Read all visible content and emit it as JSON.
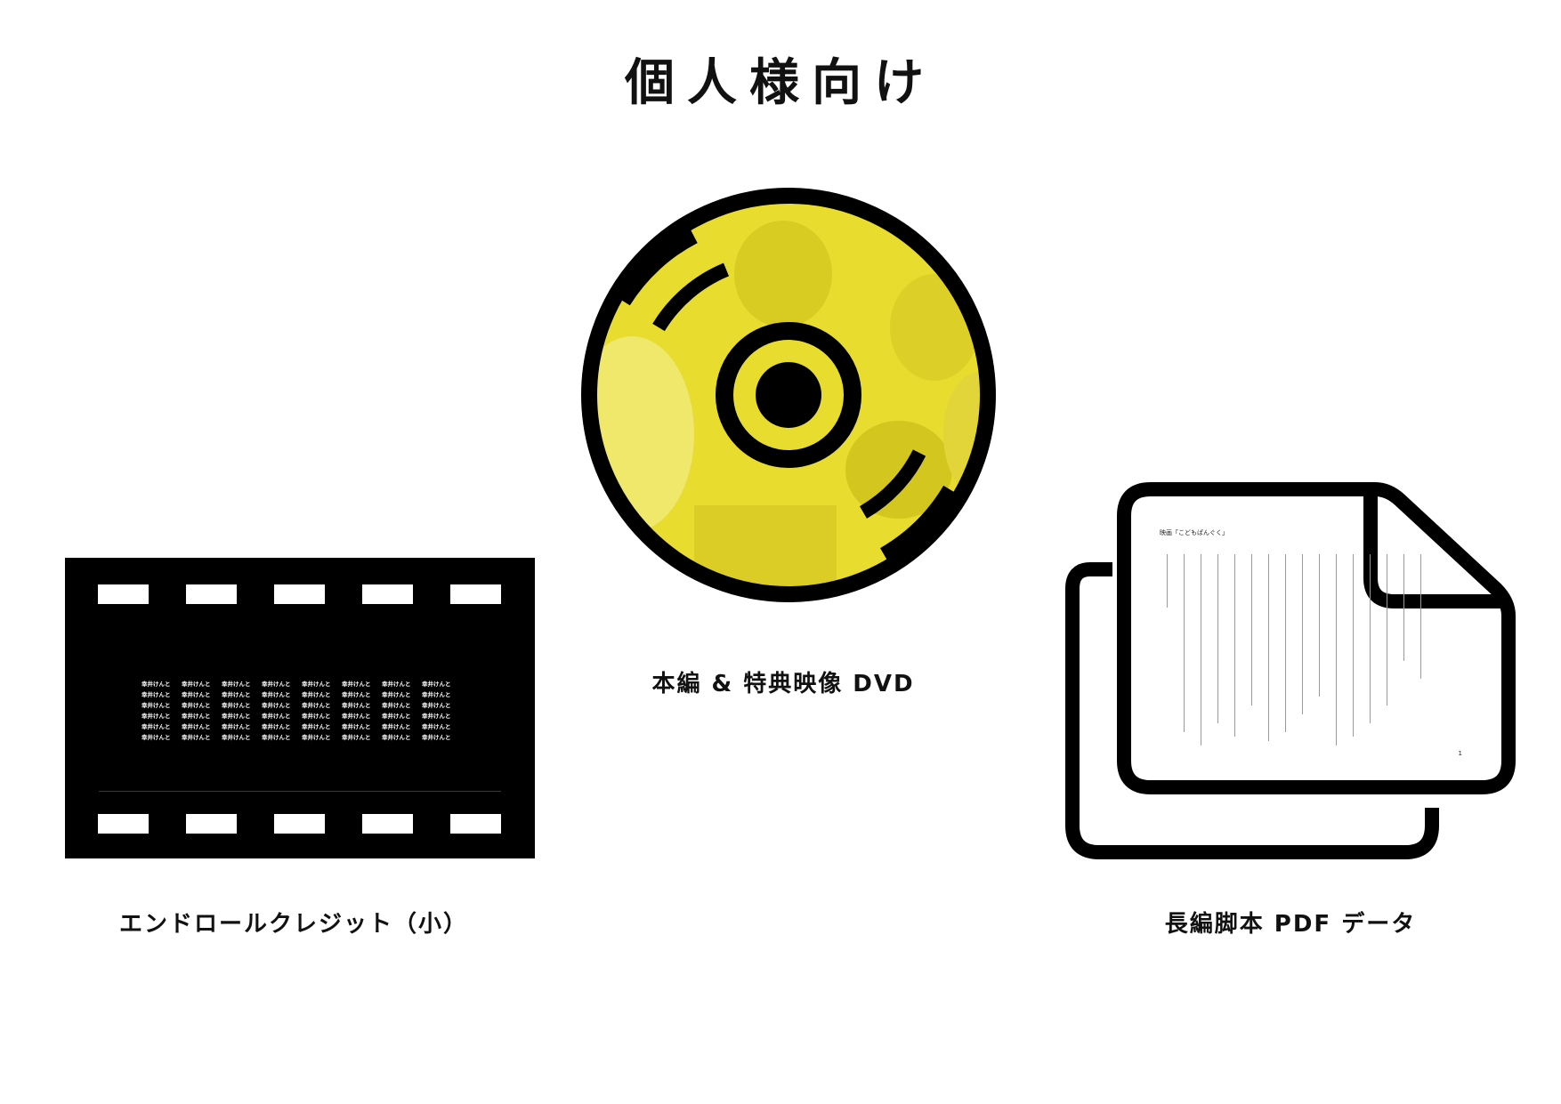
{
  "page_title": "個人様向け",
  "products": [
    {
      "id": "dvd",
      "label": "本編 & 特典映像 DVD",
      "icon": "dvd-disc-icon",
      "accent": "#e8dc2e"
    },
    {
      "id": "credit",
      "label": "エンドロールクレジット（小）",
      "icon": "film-strip-icon"
    },
    {
      "id": "script",
      "label": "長編脚本 PDF データ",
      "icon": "document-stack-icon"
    }
  ],
  "credit_name": "幸井けんと",
  "script_preview": {
    "title": "映画「こどもぱんぐく」",
    "page_number": "1"
  }
}
